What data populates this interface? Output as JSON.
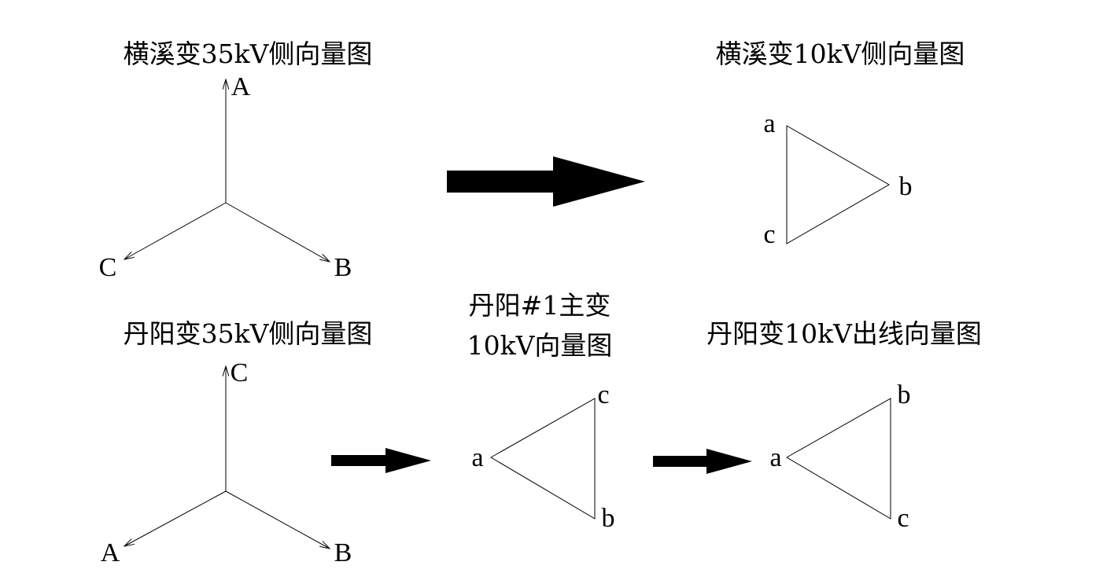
{
  "diagrams": {
    "hengxi_35kv": {
      "title": "横溪变35kV侧向量图",
      "labels": {
        "up": "A",
        "left": "C",
        "right": "B"
      }
    },
    "hengxi_10kv": {
      "title": "横溪变10kV侧向量图",
      "labels": {
        "top": "a",
        "right": "b",
        "bottom": "c"
      }
    },
    "danyang_35kv": {
      "title": "丹阳变35kV侧向量图",
      "labels": {
        "up": "C",
        "left": "A",
        "right": "B"
      }
    },
    "danyang_main_10kv": {
      "title_line1": "丹阳#1主变",
      "title_line2": "10kV向量图",
      "labels": {
        "left": "a",
        "top": "c",
        "bottom": "b"
      }
    },
    "danyang_out_10kv": {
      "title": "丹阳变10kV出线向量图",
      "labels": {
        "left": "a",
        "top": "b",
        "bottom": "c"
      }
    }
  }
}
